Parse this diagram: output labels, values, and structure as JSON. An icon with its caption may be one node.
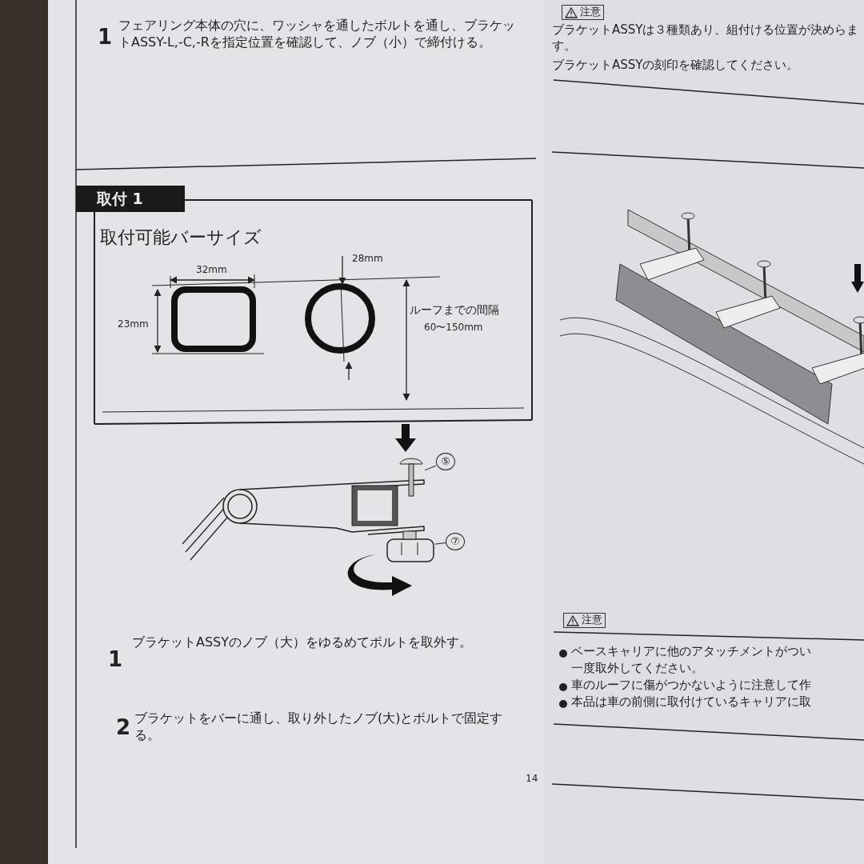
{
  "diagram": {
    "nodes": [
      {
        "text": [
          "⑤"
        ]
      },
      {
        "text": [],
        "shape": "picture"
      },
      {
        "text": [
          "⑦"
        ]
      },
      {
        "text": [],
        "shape": "picture"
      }
    ],
    "edges": [
      {
        "from": 0,
        "to": 1,
        "arrow": "none"
      },
      {
        "from": 2,
        "to": 3,
        "arrow": "none"
      }
    ],
    "labels": [
      "1",
      "フェアリング本体の穴に、ワッシャを通したボルトを通し、ブラケットASSY-L,-C,-Rを指定位置を確認して、ノブ（小）で締付ける。",
      "注意",
      "ブラケットASSYは３種類あり、組付ける位置が決めらます。",
      "ブラケットASSYの刻印を確認してください。",
      "取付 1",
      "取付可能バーサイズ",
      "32mm",
      "28mm",
      "23mm",
      "ルーフまでの間隔",
      "60〜150mm",
      "1",
      "ブラケットASSYのノブ（大）をゆるめてボルトを取外す。",
      "2",
      "ブラケットをバーに通し、取り外したノブ(大)とボルトで固定する。",
      "注意",
      "ベースキャリアに他のアタッチメントがつい",
      "一度取外してください。",
      "車のルーフに傷がつかないように注意して作",
      "本品は車の前側に取付けているキャリアに取",
      "14"
    ]
  }
}
